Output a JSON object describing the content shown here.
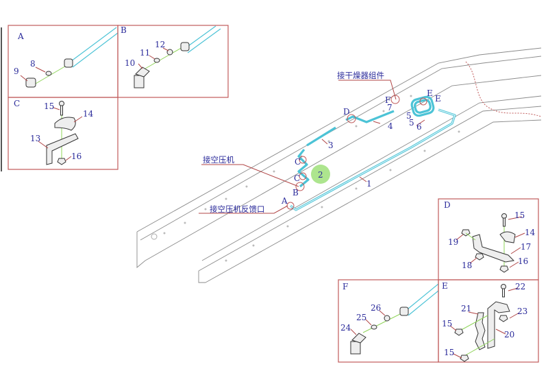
{
  "colors": {
    "label": "#2a2a9a",
    "frame": "#c05a5a",
    "pipe": "#4cc3d6",
    "callout": "#9fe07a"
  },
  "details": {
    "A": {
      "title": "A",
      "parts": [
        "9",
        "8"
      ]
    },
    "B": {
      "title": "B",
      "parts": [
        "10",
        "11",
        "12"
      ]
    },
    "C": {
      "title": "C",
      "parts": [
        "15",
        "14",
        "13",
        "16"
      ]
    },
    "D": {
      "title": "D",
      "parts": [
        "15",
        "14",
        "17",
        "16",
        "19",
        "18"
      ]
    },
    "F": {
      "title": "F",
      "parts": [
        "26",
        "25",
        "24"
      ]
    },
    "E": {
      "title": "E",
      "parts": [
        "22",
        "23",
        "21",
        "15",
        "20",
        "15"
      ]
    }
  },
  "main": {
    "dryer_label": "接干燥器组件",
    "compressor_label": "接空压机",
    "feedback_label": "接空压机反馈口",
    "markers": {
      "F": "F",
      "E1": "E",
      "E2": "E",
      "D": "D",
      "C1": "C",
      "C2": "C",
      "B": "B",
      "A": "A"
    },
    "parts": {
      "p1": "1",
      "p2": "2",
      "p3": "3",
      "p4": "4",
      "p5a": "5",
      "p5b": "5",
      "p6": "6",
      "p7": "7"
    }
  }
}
